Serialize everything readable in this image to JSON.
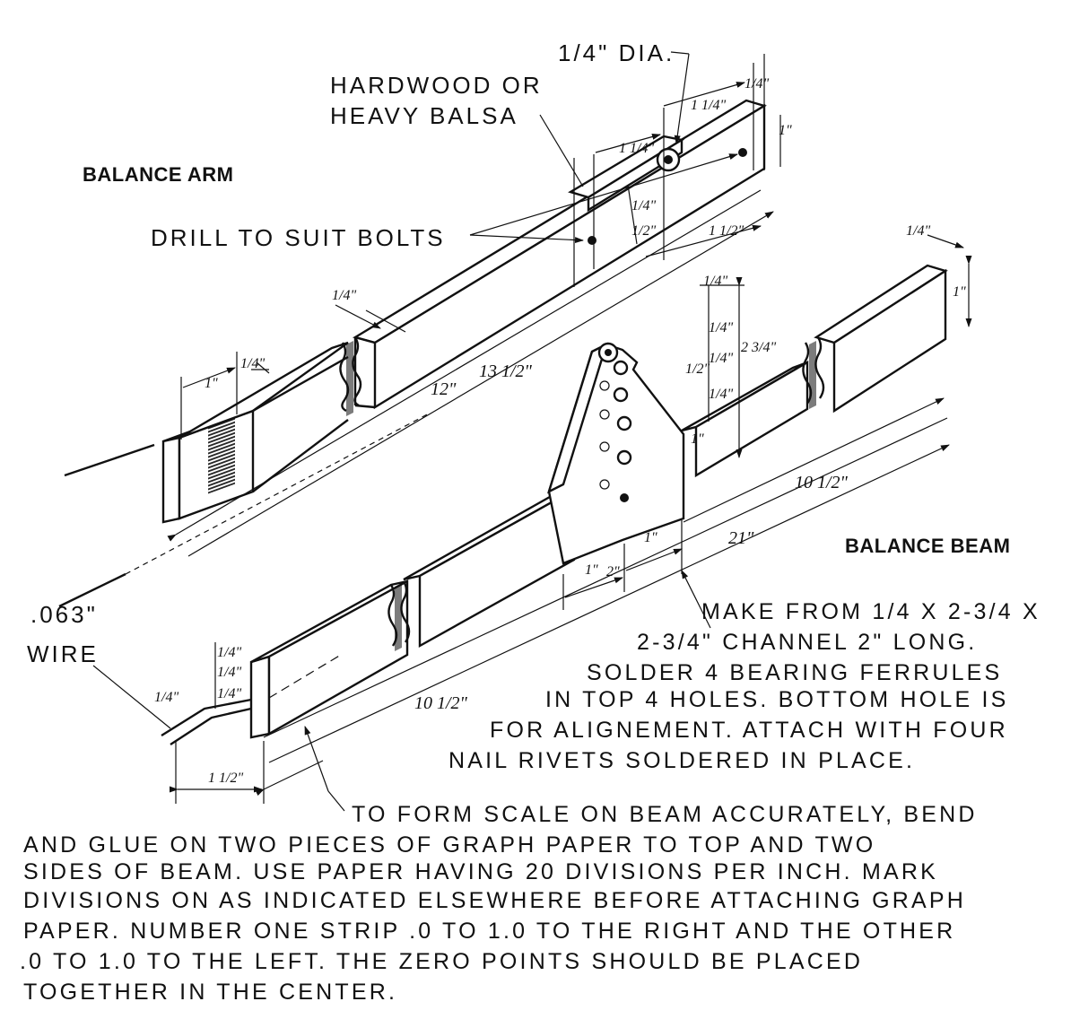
{
  "labels": {
    "balance_arm": "BALANCE ARM",
    "balance_beam": "BALANCE BEAM",
    "hardwood_1": "HARDWOOD OR",
    "hardwood_2": "HEAVY BALSA",
    "dia": "1/4\" DIA.",
    "drill": "DRILL TO SUIT BOLTS",
    "wire_1": ".063\"",
    "wire_2": "WIRE"
  },
  "dims": {
    "arm_quarter_left": "1/4\"",
    "arm_one": "1\"",
    "arm_quarter_tip": "1/4\"",
    "arm_quarter_top": "1/4\"",
    "arm_one_right": "1\"",
    "arm_one_quarter_a": "1 1/4\"",
    "arm_one_quarter_b": "1 1/4\"",
    "arm_small_1": "1/4\"",
    "arm_small_2": "1/2\"",
    "arm_one_half": "1 1/2\"",
    "arm_twelve": "12\"",
    "arm_thirteen_half": "13 1/2\"",
    "beam_quarter_right": "1/4\"",
    "beam_one_right": "1\"",
    "ch_quarter_top": "1/4\"",
    "ch_small_a": "1/4\"",
    "ch_small_b": "1/4\"",
    "ch_small_c": "1/4\"",
    "ch_two_three_quarter": "2 3/4\"",
    "ch_one_half": "1/2\"",
    "ch_one": "1\"",
    "ch_one_b": "1\"",
    "ch_one_c": "1\"",
    "ch_two": "2\"",
    "beam_ten_half_right": "10 1/2\"",
    "beam_twenty_one": "21\"",
    "beam_ten_half_left": "10 1/2\"",
    "beam_left_small_a": "1/4\"",
    "beam_left_small_b": "1/4\"",
    "beam_left_small_c": "1/4\"",
    "wire_quarter": "1/4\"",
    "wire_one_half": "1 1/2\""
  },
  "notes": {
    "channel": [
      "MAKE FROM 1/4 X 2-3/4 X",
      "2-3/4\" CHANNEL 2\" LONG.",
      "SOLDER 4 BEARING FERRULES",
      "IN TOP 4 HOLES. BOTTOM HOLE IS",
      "FOR ALIGNEMENT. ATTACH WITH FOUR",
      "NAIL RIVETS SOLDERED IN PLACE."
    ],
    "scale": [
      "TO FORM SCALE ON BEAM ACCURATELY, BEND",
      "AND GLUE ON TWO PIECES OF GRAPH PAPER TO TOP AND TWO",
      "SIDES OF BEAM. USE PAPER HAVING 20 DIVISIONS PER INCH. MARK",
      "DIVISIONS ON AS INDICATED ELSEWHERE BEFORE ATTACHING GRAPH",
      "PAPER. NUMBER ONE STRIP .0 TO 1.0 TO THE RIGHT AND THE OTHER",
      ".0 TO 1.0 TO THE LEFT. THE ZERO POINTS SHOULD BE PLACED",
      "TOGETHER IN THE CENTER."
    ]
  }
}
